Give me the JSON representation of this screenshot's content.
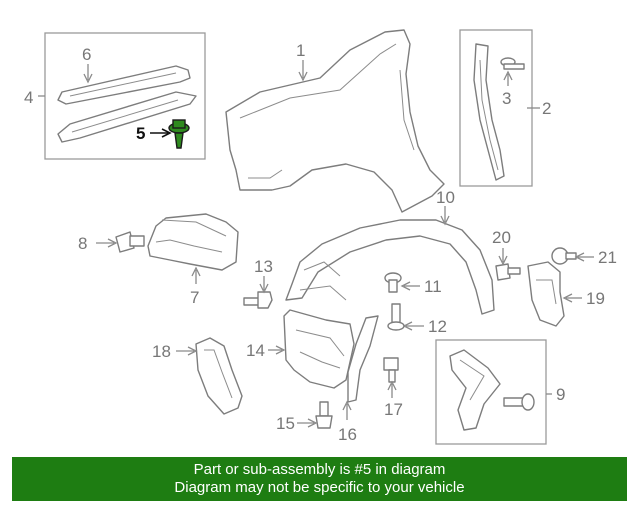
{
  "highlighted_callout": "5",
  "colors": {
    "banner_bg": "#1e7d12",
    "highlight_part": "#2e8a1e"
  },
  "callouts": {
    "c1": "1",
    "c2": "2",
    "c3": "3",
    "c4": "4",
    "c5": "5",
    "c6": "6",
    "c7": "7",
    "c8": "8",
    "c9": "9",
    "c10": "10",
    "c11": "11",
    "c12": "12",
    "c13": "13",
    "c14": "14",
    "c15": "15",
    "c16": "16",
    "c17": "17",
    "c18": "18",
    "c19": "19",
    "c20": "20",
    "c21": "21"
  },
  "banner": {
    "line1": "Part or sub-assembly is #5 in diagram",
    "line2": "Diagram may not be specific to your vehicle"
  }
}
